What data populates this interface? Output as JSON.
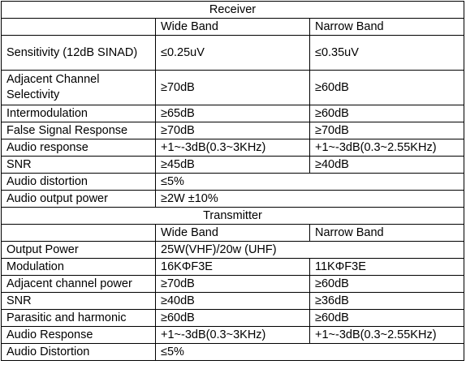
{
  "receiver": {
    "title": "Receiver",
    "headers": [
      "Wide Band",
      "Narrow Band"
    ],
    "rows": [
      {
        "param": "Sensitivity (12dB SINAD)",
        "wide": "≤0.25uV",
        "narrow": "≤0.35uV"
      },
      {
        "param": "Adjacent Channel Selectivity",
        "wide": "≥70dB",
        "narrow": "≥60dB"
      },
      {
        "param": "Intermodulation",
        "wide": "≥65dB",
        "narrow": "≥60dB"
      },
      {
        "param": "False Signal Response",
        "wide": "≥70dB",
        "narrow": "≥70dB"
      },
      {
        "param": "Audio response",
        "wide": "+1~-3dB(0.3~3KHz)",
        "narrow": "+1~-3dB(0.3~2.55KHz)"
      },
      {
        "param": "SNR",
        "wide": "≥45dB",
        "narrow": "≥40dB"
      },
      {
        "param": "Audio distortion",
        "span": "≤5%"
      },
      {
        "param": "Audio output power",
        "span": "≥2W ±10%"
      }
    ]
  },
  "transmitter": {
    "title": "Transmitter",
    "headers": [
      "Wide Band",
      "Narrow Band"
    ],
    "rows": [
      {
        "param": "Output Power",
        "span": "25W(VHF)/20w (UHF)"
      },
      {
        "param": "Modulation",
        "wide": "16KΦF3E",
        "narrow": "11KΦF3E"
      },
      {
        "param": "Adjacent channel power",
        "wide": "≥70dB",
        "narrow": "≥60dB"
      },
      {
        "param": "SNR",
        "wide": "≥40dB",
        "narrow": "≥36dB"
      },
      {
        "param": "Parasitic and harmonic",
        "wide": "≥60dB",
        "narrow": "≥60dB"
      },
      {
        "param": "Audio Response",
        "wide": "+1~-3dB(0.3~3KHz)",
        "narrow": "+1~-3dB(0.3~2.55KHz)"
      },
      {
        "param": "Audio Distortion",
        "span": "≤5%"
      }
    ]
  }
}
